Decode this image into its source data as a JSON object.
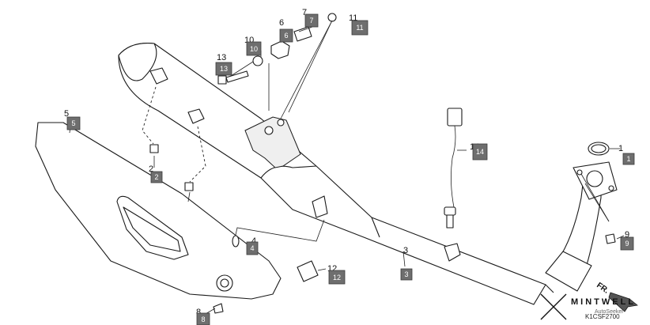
{
  "callouts": [
    {
      "label": "1",
      "box": "1"
    },
    {
      "label": "2",
      "box": "2"
    },
    {
      "label": "3",
      "box": "3"
    },
    {
      "label": "4",
      "box": "4"
    },
    {
      "label": "5",
      "box": "5"
    },
    {
      "label": "6",
      "box": "6"
    },
    {
      "label": "7",
      "box": "7"
    },
    {
      "label": "8",
      "box": "8"
    },
    {
      "label": "9",
      "box": "9"
    },
    {
      "label": "10",
      "box": "10"
    },
    {
      "label": "11",
      "box": "11"
    },
    {
      "label": "12",
      "box": "12"
    },
    {
      "label": "13",
      "box": "13"
    },
    {
      "label": "14",
      "box": "14"
    }
  ],
  "direction_label": "FR.",
  "diagram_code": "K1CSF2700",
  "brand": "MINTWELL",
  "watermark": "AutoSeeker"
}
